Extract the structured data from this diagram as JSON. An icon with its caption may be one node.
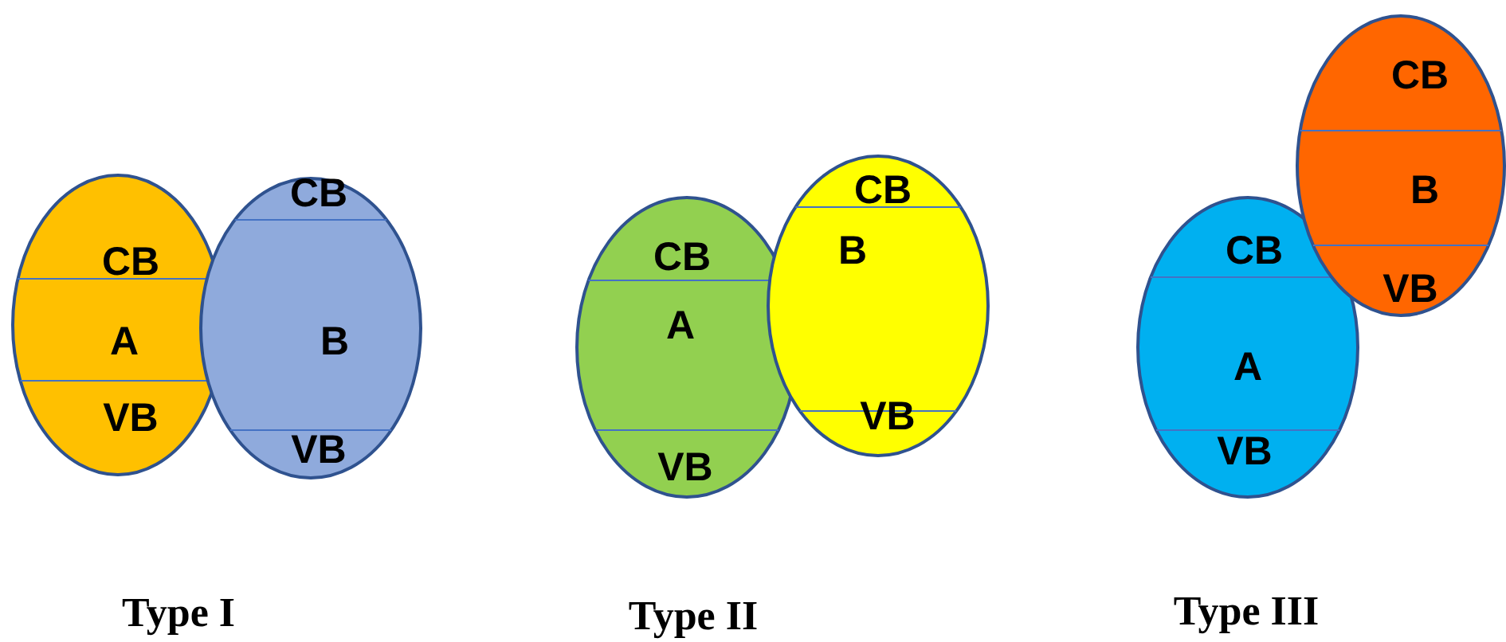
{
  "diagram": {
    "nodes": [
      {
        "text": [
          "CB",
          "A",
          "VB"
        ]
      },
      {
        "text": [
          "CB",
          "B",
          "VB"
        ]
      },
      {
        "text": [
          "CB",
          "A",
          "VB"
        ]
      },
      {
        "text": [
          "CB",
          "B",
          "VB"
        ]
      },
      {
        "text": [
          "CB",
          "A",
          "VB"
        ]
      },
      {
        "text": [
          "CB",
          "B",
          "VB"
        ]
      }
    ],
    "labels": [
      "Type I",
      "Type II",
      "Type III"
    ]
  }
}
